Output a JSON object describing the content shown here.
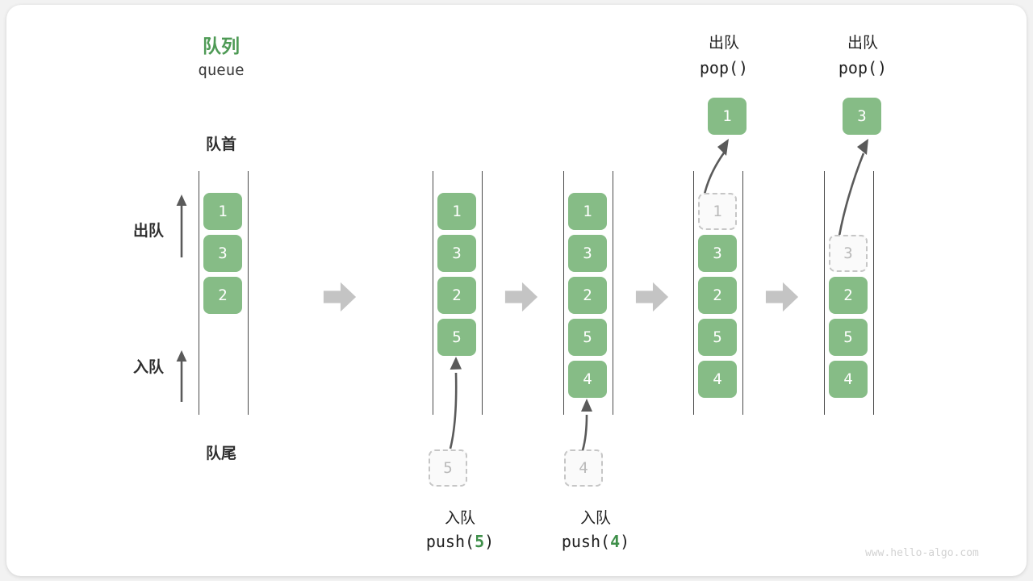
{
  "diagram": {
    "title_cn": "队列",
    "title_en": "queue",
    "front_label": "队首",
    "rear_label": "队尾",
    "dequeue_label": "出队",
    "enqueue_label": "入队",
    "watermark": "www.hello-algo.com",
    "colors": {
      "element": "#86bc86",
      "title": "#4e9a55",
      "code_accent": "#3f8f4a",
      "ghost_fill": "#fafafa",
      "ghost_border": "#c6c6c6",
      "rail": "#4a4a4a",
      "step_arrow": "#c4c4c4",
      "card": "#ffffff",
      "page": "#f2f2f2"
    },
    "steps": [
      {
        "id": "initial",
        "name": "initial-queue",
        "items": [
          "1",
          "3",
          "2"
        ],
        "ghost_index": -1,
        "caption_cn": "",
        "caption_code": "",
        "caption_num": "",
        "popped": ""
      },
      {
        "id": "push5",
        "name": "push-5",
        "items": [
          "1",
          "3",
          "2",
          "5"
        ],
        "ghost_index": -1,
        "incoming": "5",
        "caption_cn": "入队",
        "caption_code_pre": "push(",
        "caption_num": "5",
        "caption_code_post": ")",
        "popped": ""
      },
      {
        "id": "push4",
        "name": "push-4",
        "items": [
          "1",
          "3",
          "2",
          "5",
          "4"
        ],
        "ghost_index": -1,
        "incoming": "4",
        "caption_cn": "入队",
        "caption_code_pre": "push(",
        "caption_num": "4",
        "caption_code_post": ")",
        "popped": ""
      },
      {
        "id": "pop1",
        "name": "pop-1",
        "items": [
          "1",
          "3",
          "2",
          "5",
          "4"
        ],
        "ghost_index": 0,
        "header_cn": "出队",
        "header_code": "pop()",
        "popped": "1"
      },
      {
        "id": "pop3",
        "name": "pop-3",
        "items": [
          "3",
          "2",
          "5",
          "4"
        ],
        "ghost_index": 0,
        "header_cn": "出队",
        "header_code": "pop()",
        "popped": "3"
      }
    ]
  }
}
